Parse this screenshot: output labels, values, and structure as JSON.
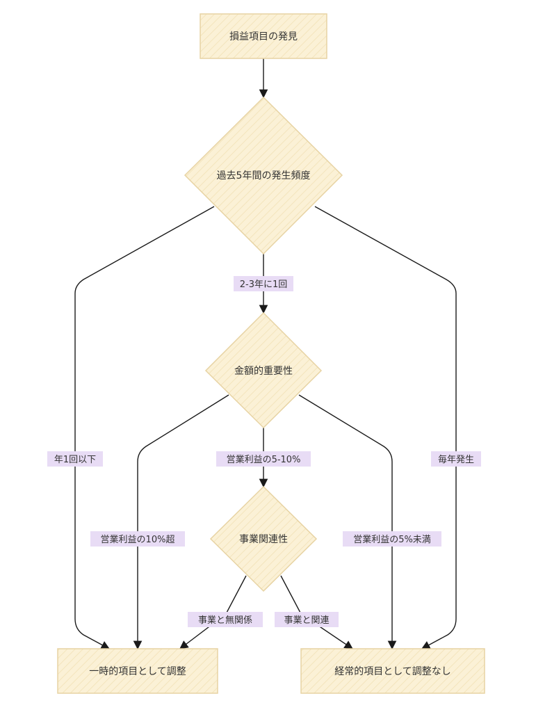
{
  "colors": {
    "node_fill": "#fbf1d6",
    "node_stroke": "#e7d3a3",
    "edge": "#1a1a1a",
    "label_bg": "#e8dcf5",
    "text": "#333333"
  },
  "nodes": {
    "start": "損益項目の発見",
    "frequency": "過去5年間の発生頻度",
    "amount": "金額的重要性",
    "relation": "事業関連性",
    "temporary": "一時的項目として調整",
    "recurring": "経常的項目として調整なし"
  },
  "edge_labels": {
    "freq_mid": "2-3年に1回",
    "freq_low": "年1回以下",
    "freq_high": "毎年発生",
    "amount_mid": "営業利益の5-10%",
    "amount_high": "営業利益の10%超",
    "amount_low": "営業利益の5%未満",
    "unrelated": "事業と無関係",
    "related": "事業と関連"
  }
}
